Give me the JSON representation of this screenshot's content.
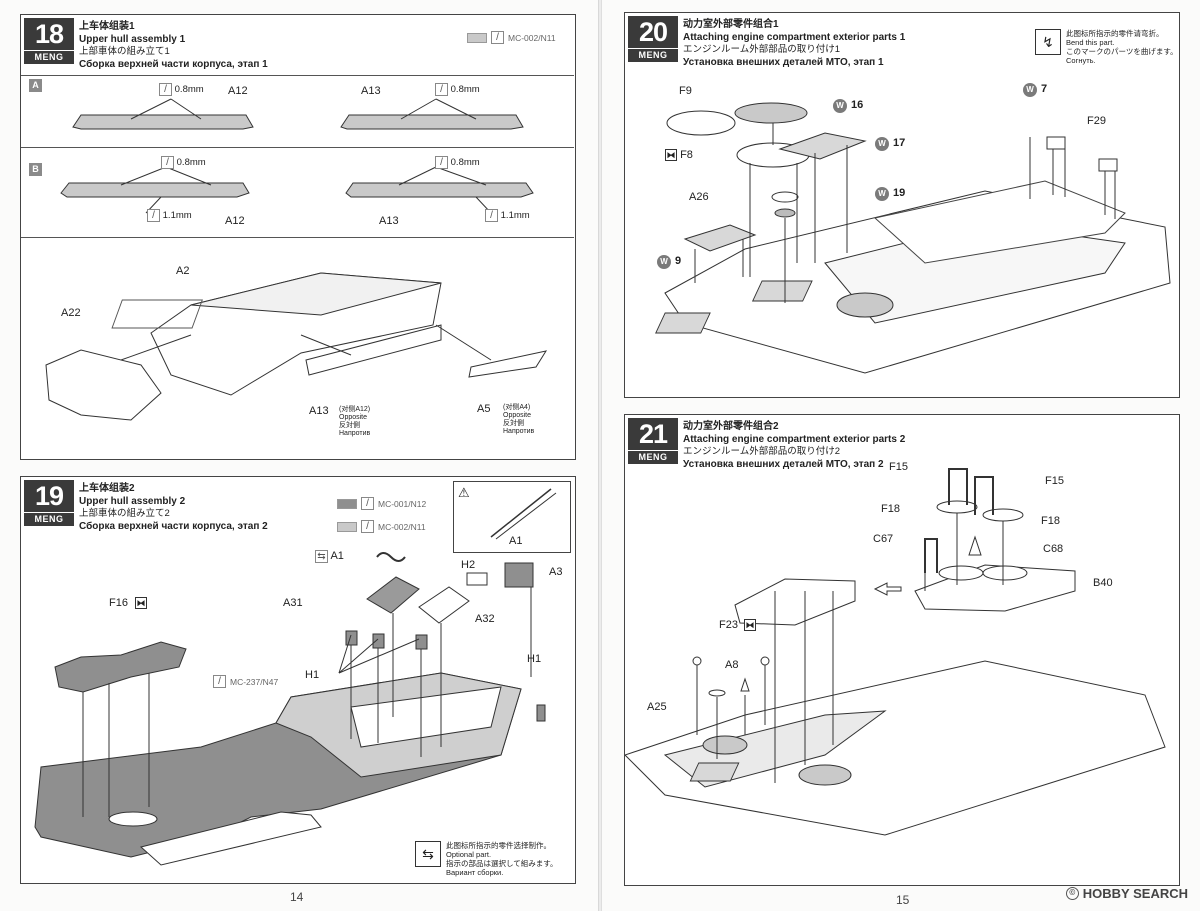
{
  "pages": {
    "left_number": "14",
    "right_number": "15"
  },
  "brand": "MENG",
  "step18": {
    "number": "18",
    "title_zh": "上车体组装1",
    "title_en": "Upper hull assembly 1",
    "title_jp": "上部車体の組み立て1",
    "title_ru": "Сборка верхней части корпуса, этап 1",
    "paint": "MC-002/N11",
    "sub_a": "A",
    "sub_b": "B",
    "labels": {
      "a12": "A12",
      "a13": "A13",
      "a2": "A2",
      "a22": "A22",
      "a5": "A5",
      "mm08": "0.8mm",
      "mm11": "1.1mm",
      "a13_opp": "(对侧A12)",
      "a5_opp": "(对侧A4)",
      "opposite": "Opposite",
      "opposite_jp": "反対側",
      "opposite_ru": "Напротив"
    }
  },
  "step19": {
    "number": "19",
    "title_zh": "上车体组装2",
    "title_en": "Upper hull assembly 2",
    "title_jp": "上部車体の組み立て2",
    "title_ru": "Сборка верхней части корпуса, этап 2",
    "paint1": "MC-001/N12",
    "paint2": "MC-002/N11",
    "paint3": "MC-237/N47",
    "labels": {
      "a1": "A1",
      "a1b": "A1",
      "a31": "A31",
      "a32": "A32",
      "a3": "A3",
      "h2": "H2",
      "h1": "H1",
      "h1b": "H1",
      "f16": "F16"
    },
    "optional": {
      "zh": "此图标所指示的零件选择制作。",
      "en": "Optional part.",
      "jp": "指示の部品は選択して組みます。",
      "ru": "Вариант сборки."
    }
  },
  "step20": {
    "number": "20",
    "title_zh": "动力室外部零件组合1",
    "title_en": "Attaching engine compartment exterior parts 1",
    "title_jp": "エンジンルーム外部部品の取り付け1",
    "title_ru": "Установка внешних деталей МТО, этап 1",
    "bend": {
      "zh": "此图标所指示的零件请弯折。",
      "en": "Bend this part.",
      "jp": "このマークのパーツを曲げます。",
      "ru": "Согнуть."
    },
    "labels": {
      "f9": "F9",
      "f8": "F8",
      "a26": "A26",
      "f29": "F29",
      "w16": "16",
      "w17": "17",
      "w19": "19",
      "w9": "9",
      "w7": "7"
    }
  },
  "step21": {
    "number": "21",
    "title_zh": "动力室外部零件组合2",
    "title_en": "Attaching engine compartment exterior parts 2",
    "title_jp": "エンジンルーム外部部品の取り付け2",
    "title_ru": "Установка внешних деталей МТО, этап 2",
    "labels": {
      "f15a": "F15",
      "f15b": "F15",
      "f18a": "F18",
      "f18b": "F18",
      "c67": "C67",
      "c68": "C68",
      "b40": "B40",
      "f23": "F23",
      "a8": "A8",
      "a25": "A25"
    }
  },
  "watermark": "HOBBY SEARCH",
  "colors": {
    "frame": "#444444",
    "badge": "#3a3a3a",
    "hull_dark": "#8f8f8f",
    "hull_light": "#c9c9c9"
  }
}
